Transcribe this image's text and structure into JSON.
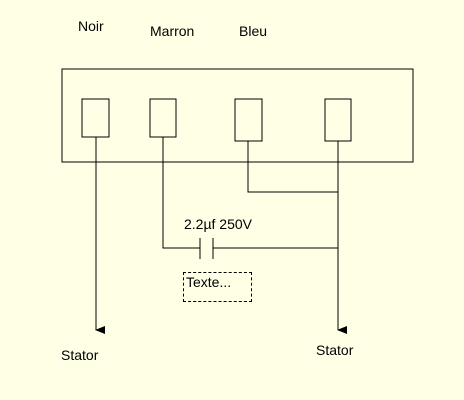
{
  "diagram": {
    "wire_labels": {
      "noir": "Noir",
      "marron": "Marron",
      "bleu": "Bleu"
    },
    "capacitor_label": "2.2µf 250V",
    "textbox_placeholder": "Texte...",
    "stator_left": "Stator",
    "stator_right": "Stator",
    "colors": {
      "background": "#ffffe6",
      "stroke": "#000000"
    }
  }
}
